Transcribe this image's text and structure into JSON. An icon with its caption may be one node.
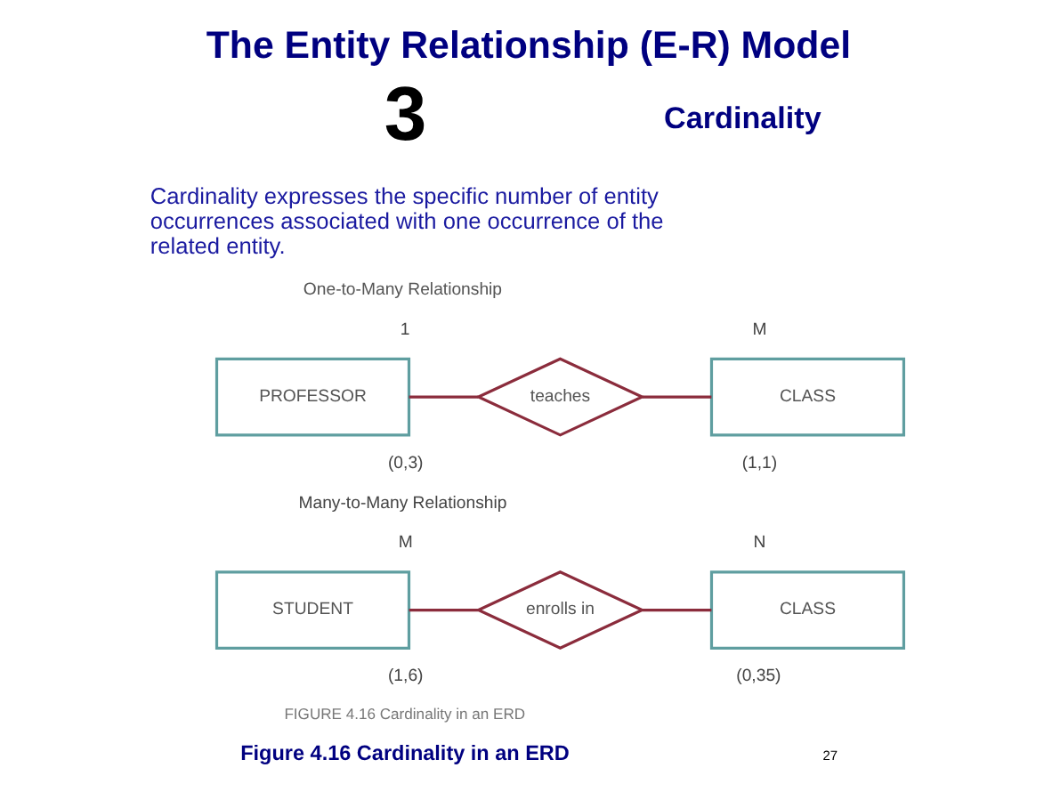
{
  "diagram": {
    "title": "The Entity Relationship (E-R) Model",
    "nodes": [
      {
        "text": [
          "PROFESSOR"
        ]
      },
      {
        "text": [
          "teaches"
        ]
      },
      {
        "text": [
          "CLASS"
        ]
      },
      {
        "text": [
          "STUDENT"
        ]
      },
      {
        "text": [
          "enrolls in"
        ]
      },
      {
        "text": [
          "CLASS"
        ]
      }
    ],
    "edges": [
      {
        "from": 0,
        "to": 1,
        "arrow": "none"
      },
      {
        "from": 1,
        "to": 2,
        "arrow": "none"
      },
      {
        "from": 3,
        "to": 4,
        "arrow": "none"
      },
      {
        "from": 4,
        "to": 5,
        "arrow": "none"
      }
    ],
    "labels": [
      "3",
      "Cardinality",
      "Cardinality expresses the specific number of entity occurrences associated with one occurrence of the related entity.",
      "One-to-Many Relationship",
      "1",
      "M",
      "(0,3)",
      "(1,1)",
      "Many-to-Many Relationship",
      "M",
      "N",
      "(1,6)",
      "(0,35)",
      "FIGURE 4.16 Cardinality in an ERD",
      "Figure 4.16 Cardinality in an ERD",
      "27"
    ]
  }
}
